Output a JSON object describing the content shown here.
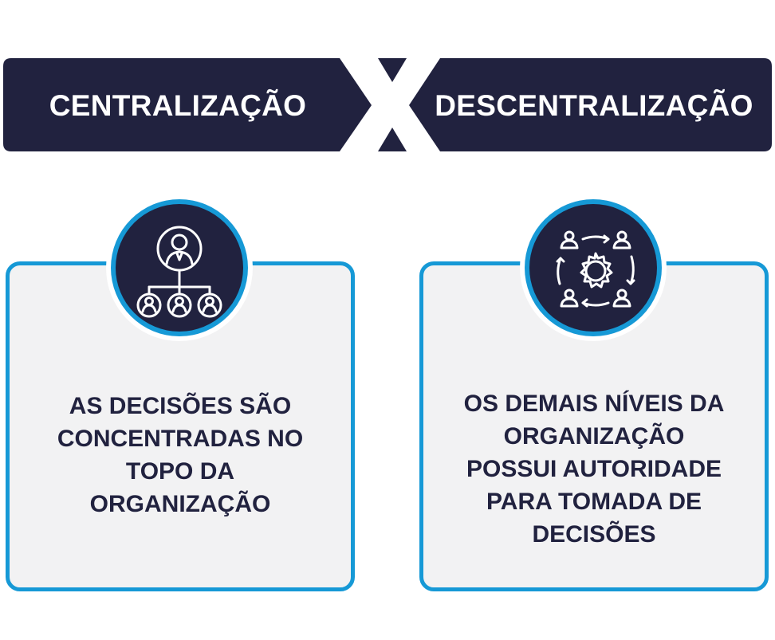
{
  "banner": {
    "left_title": "CENTRALIZAÇÃO",
    "right_title": "DESCENTRALIZAÇÃO",
    "separator": "X"
  },
  "cards": [
    {
      "icon": "hierarchy-icon",
      "lines": [
        "AS DECISÕES SÃO",
        "CONCENTRADAS NO",
        "TOPO DA",
        "ORGANIZAÇÃO"
      ]
    },
    {
      "icon": "team-gear-cycle-icon",
      "lines": [
        "OS DEMAIS NÍVEIS DA",
        "ORGANIZAÇÃO",
        "POSSUI AUTORIDADE",
        "PARA TOMADA DE",
        "DECISÕES"
      ]
    }
  ],
  "colors": {
    "navy": "#21223f",
    "accent_blue": "#1699d6",
    "card_bg": "#f2f2f3",
    "white": "#ffffff"
  }
}
